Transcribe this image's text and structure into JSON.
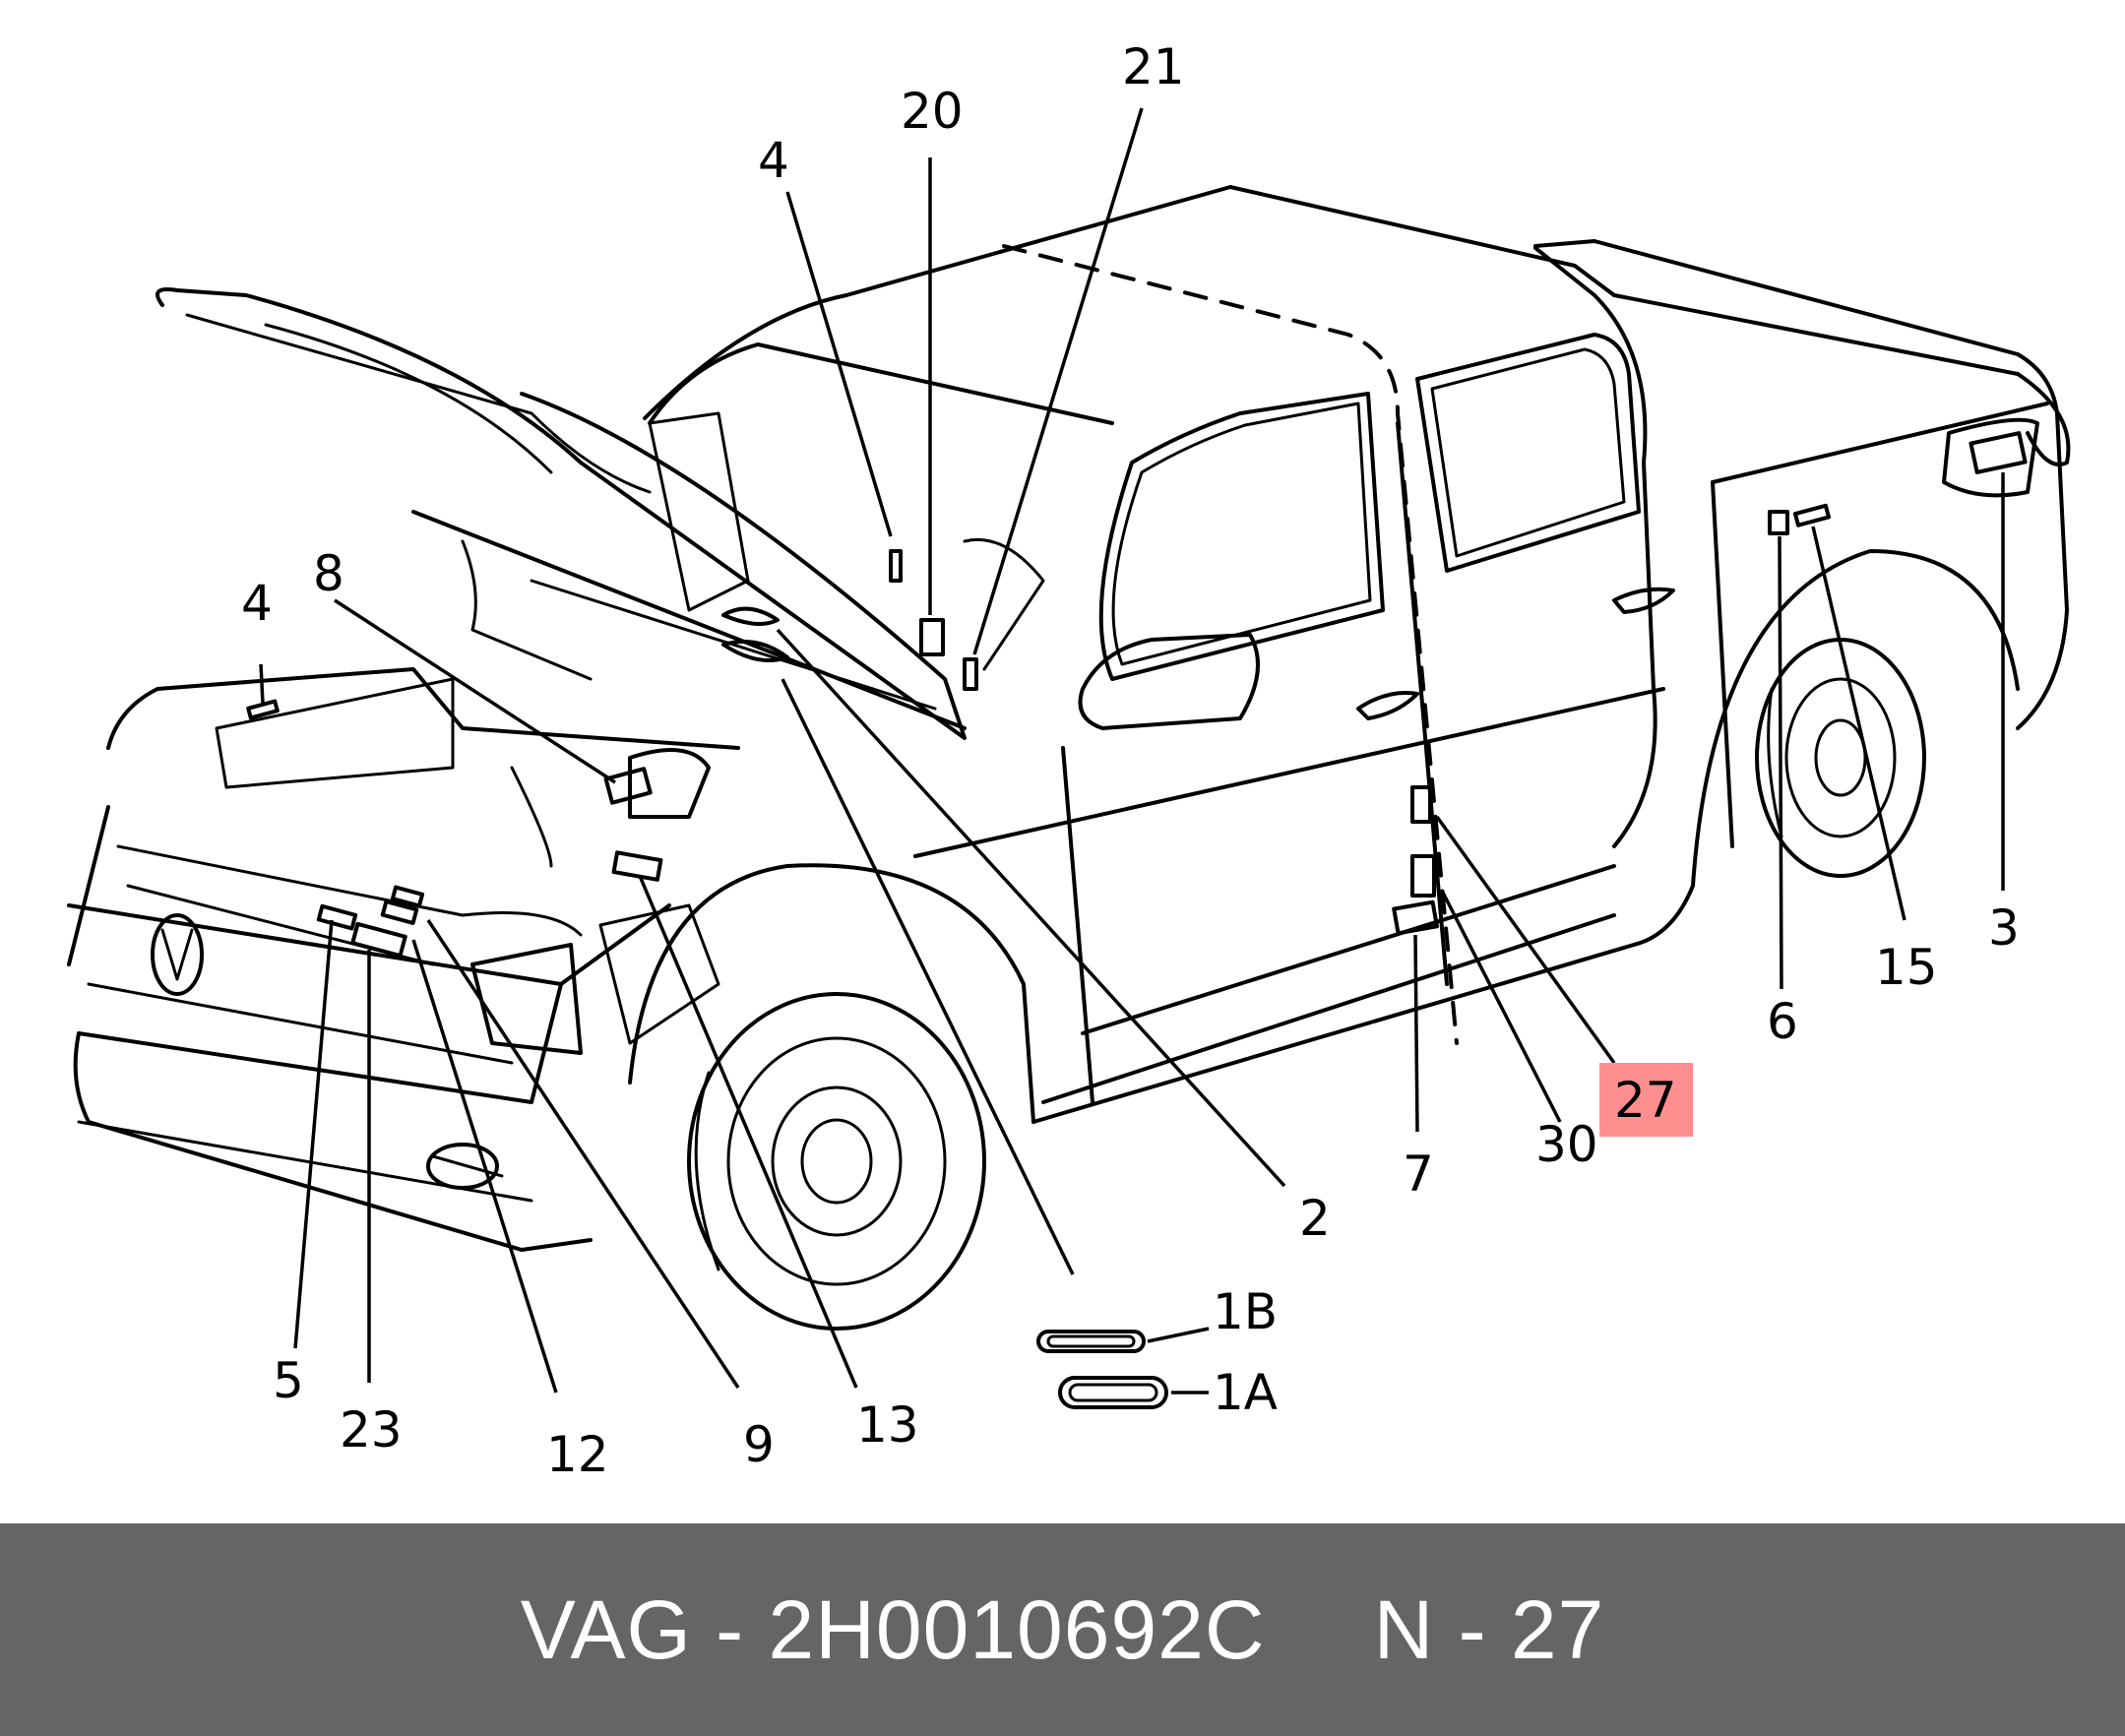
{
  "diagram": {
    "callouts": {
      "c4_upper": "4",
      "c20": "20",
      "c21": "21",
      "c8": "8",
      "c4_left": "4",
      "c2": "2",
      "c6": "6",
      "c15": "15",
      "c3": "3",
      "c7": "7",
      "c30": "30",
      "c27": "27",
      "c5": "5",
      "c23": "23",
      "c12": "12",
      "c9": "9",
      "c13": "13",
      "c1b": "1B",
      "c1a": "1A"
    },
    "highlighted_callout": "27",
    "highlight_color": "#ff8f8f"
  },
  "footer": {
    "brand_part": "VAG - 2H0010692C",
    "position": "N - 27",
    "background_color": "#656565"
  }
}
